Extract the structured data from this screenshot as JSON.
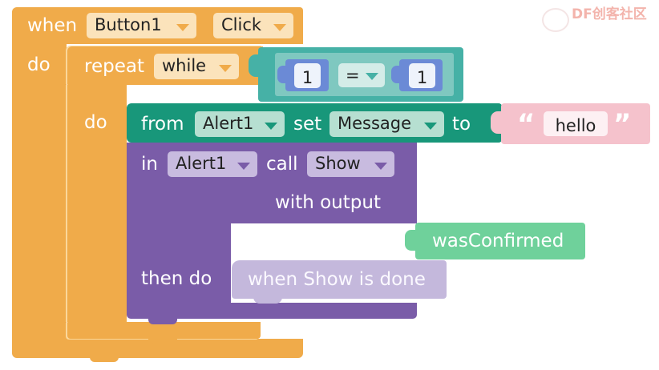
{
  "event": {
    "when": "when",
    "component": "Button1",
    "event_name": "Click",
    "do": "do"
  },
  "loop": {
    "repeat": "repeat",
    "mode": "while",
    "do": "do"
  },
  "compare": {
    "left": "1",
    "op": "=",
    "right": "1"
  },
  "setter": {
    "from": "from",
    "component": "Alert1",
    "set": "set",
    "property": "Message",
    "to": "to"
  },
  "string": {
    "open_quote": "“",
    "value": "hello",
    "close_quote": "”"
  },
  "call": {
    "in": "in",
    "component": "Alert1",
    "call": "call",
    "method": "Show",
    "with_output": "with output",
    "then_do": "then do"
  },
  "output": {
    "label": "wasConfirmed"
  },
  "callback": {
    "label": "when Show is done"
  },
  "watermark": {
    "text": "DF创客社区"
  },
  "colors": {
    "event": "#f0ab4a",
    "loop": "#f0ab4a",
    "compare": "#46b1a6",
    "number": "#6b8ad6",
    "setter": "#18977a",
    "string": "#f5c2cc",
    "call": "#7a5ca8",
    "output": "#6fd19b",
    "callback": "#c4b8dc"
  }
}
